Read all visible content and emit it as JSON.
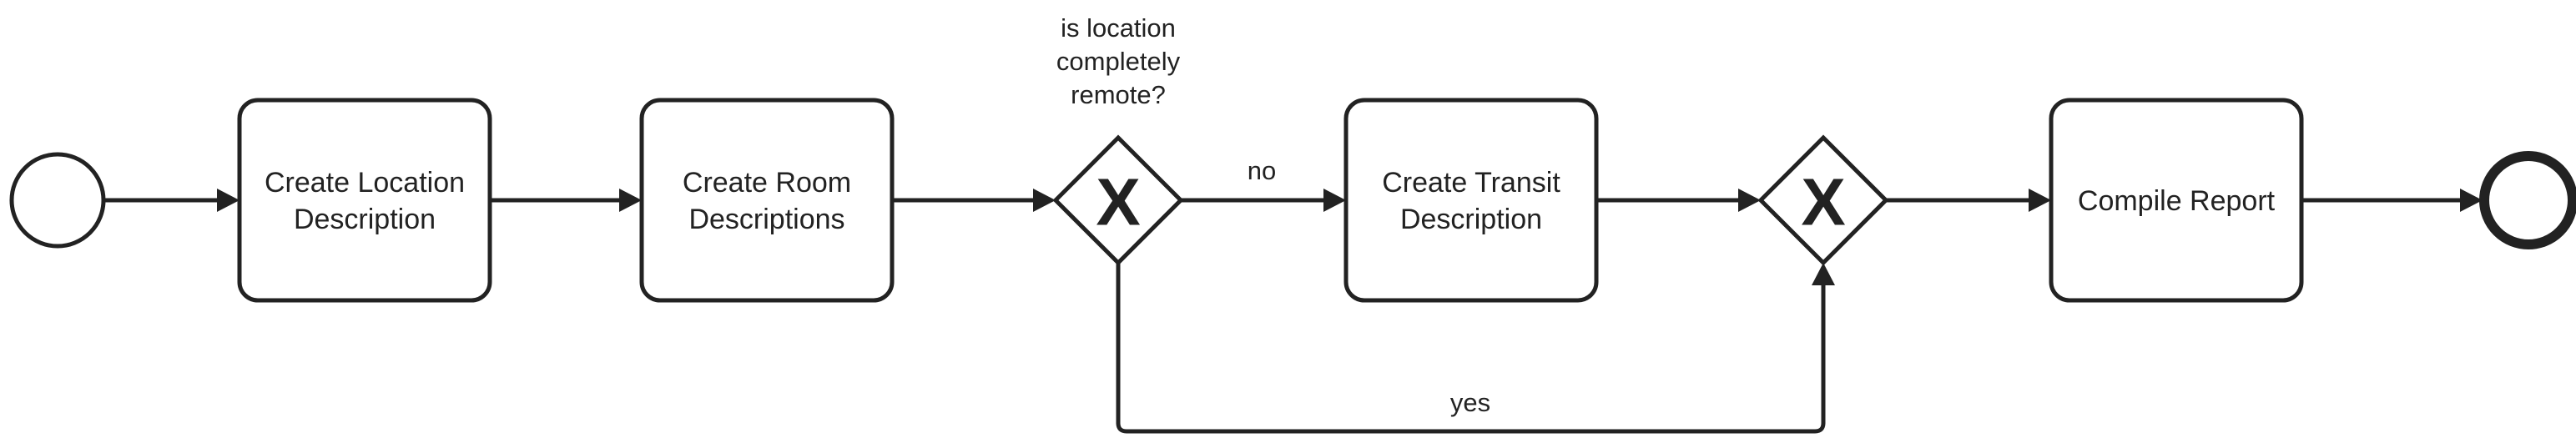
{
  "tasks": {
    "create_location_description": [
      "Create Location",
      "Description"
    ],
    "create_room_descriptions": [
      "Create Room",
      "Descriptions"
    ],
    "create_transit_description": [
      "Create Transit",
      "Description"
    ],
    "compile_report": [
      "Compile Report"
    ]
  },
  "gateways": {
    "split": {
      "question": [
        "is location",
        "completely",
        "remote?"
      ],
      "symbol": "X"
    },
    "merge": {
      "symbol": "X"
    }
  },
  "flow_labels": {
    "no": "no",
    "yes": "yes"
  },
  "colors": {
    "stroke": "#222222",
    "fill": "#ffffff"
  }
}
